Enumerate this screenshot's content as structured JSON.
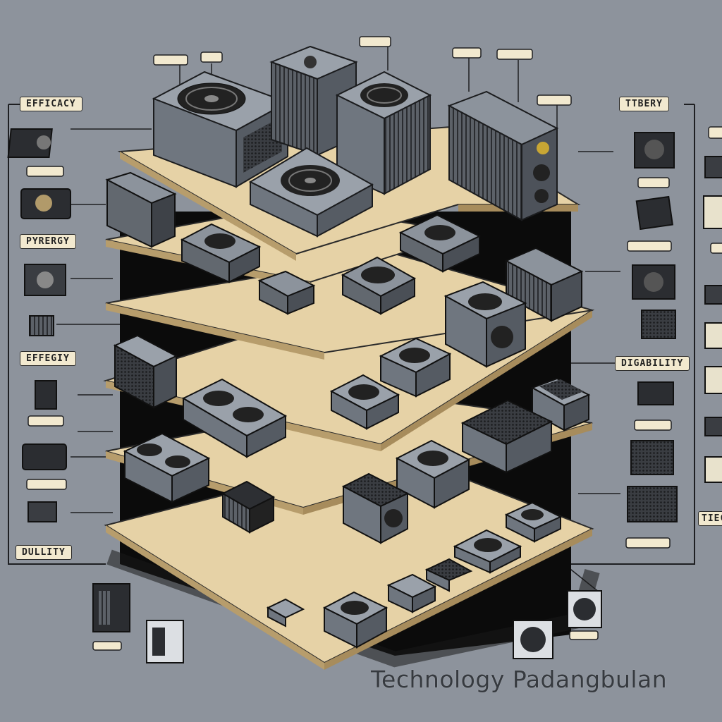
{
  "labels": {
    "top_left": "EFFICACY",
    "mid_left": "PYRERGY",
    "lower_left": "EFFEGIY",
    "bottom_left": "DULLITY",
    "top_right": "TTBERY",
    "mid_right": "DIGABILITY",
    "edge_right": "TIEC"
  },
  "watermark": "Technology Padangbulan",
  "colors": {
    "background": "#8d939c",
    "shelf": "#e6d2a6",
    "shelf_edge": "#b79d6c",
    "tower_shadow": "#0b0b0b",
    "psu_body": "#7b828c",
    "label_bg": "#f2e9cf"
  }
}
